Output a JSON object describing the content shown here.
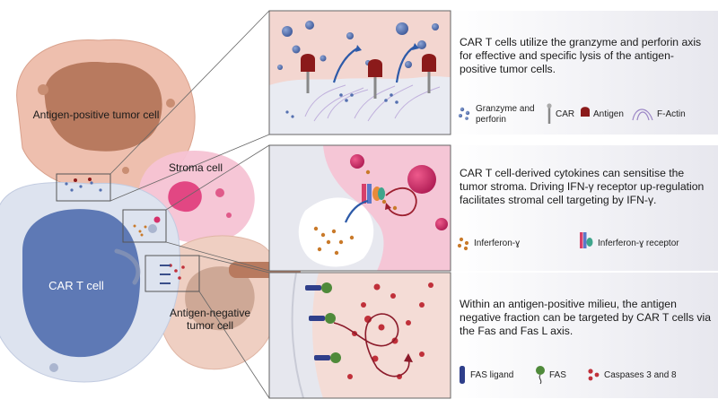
{
  "cells": {
    "antigen_positive": "Antigen-positive tumor cell",
    "stroma": "Stroma cell",
    "car_t": "CAR T cell",
    "antigen_negative": "Antigen-negative tumor cell"
  },
  "panels": [
    {
      "id": "granzyme",
      "text": "CAR T cells utilize the granzyme and perforin axis for effective and specific lysis of the antigen-positive tumor cells.",
      "legend": [
        "Granzyme and perforin",
        "CAR",
        "Antigen",
        "F-Actin"
      ]
    },
    {
      "id": "cytokine",
      "text": "CAR T cell-derived cytokines can sensitise the tumor stroma. Driving IFN-γ receptor up-regulation facilitates stromal cell targeting by IFN-γ.",
      "legend": [
        "Inferferon-ɣ",
        "Inferferon-ɣ receptor"
      ]
    },
    {
      "id": "fas",
      "text": "Within an antigen-positive milieu, the antigen negative fraction can be targeted by CAR T cells via the Fas and Fas L axis.",
      "legend": [
        "FAS ligand",
        "FAS",
        "Caspases 3 and 8"
      ]
    }
  ],
  "colors": {
    "tumor_outer": "#eebfae",
    "tumor_inner": "#b87a5f",
    "stroma": "#f4b8cc",
    "car_t_outer": "#c9d2e6",
    "car_t_nucleus": "#5e79b5",
    "panel_bg": "#f0f0f4",
    "granzyme": "#5470b0",
    "antigen": "#8b1a1a",
    "ifn": "#c97a2a",
    "caspase": "#c0303a"
  }
}
